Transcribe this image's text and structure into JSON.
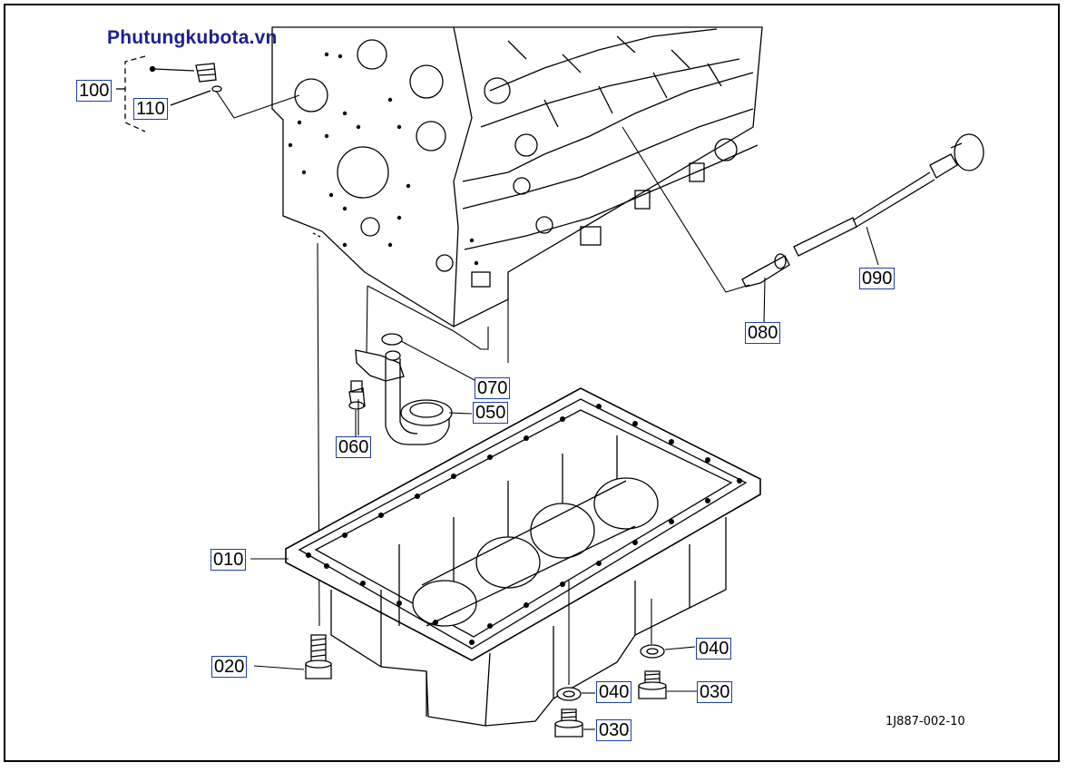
{
  "watermark": "Phutungkubota.vn",
  "diagram_code": "1J887-002-10",
  "parts": [
    {
      "id": "p100",
      "label": "100"
    },
    {
      "id": "p110",
      "label": "110"
    },
    {
      "id": "p090",
      "label": "090"
    },
    {
      "id": "p080",
      "label": "080"
    },
    {
      "id": "p070",
      "label": "070"
    },
    {
      "id": "p050",
      "label": "050"
    },
    {
      "id": "p060",
      "label": "060"
    },
    {
      "id": "p010",
      "label": "010"
    },
    {
      "id": "p020",
      "label": "020"
    },
    {
      "id": "p040a",
      "label": "040"
    },
    {
      "id": "p030a",
      "label": "030"
    },
    {
      "id": "p040b",
      "label": "040"
    },
    {
      "id": "p030b",
      "label": "030"
    }
  ]
}
